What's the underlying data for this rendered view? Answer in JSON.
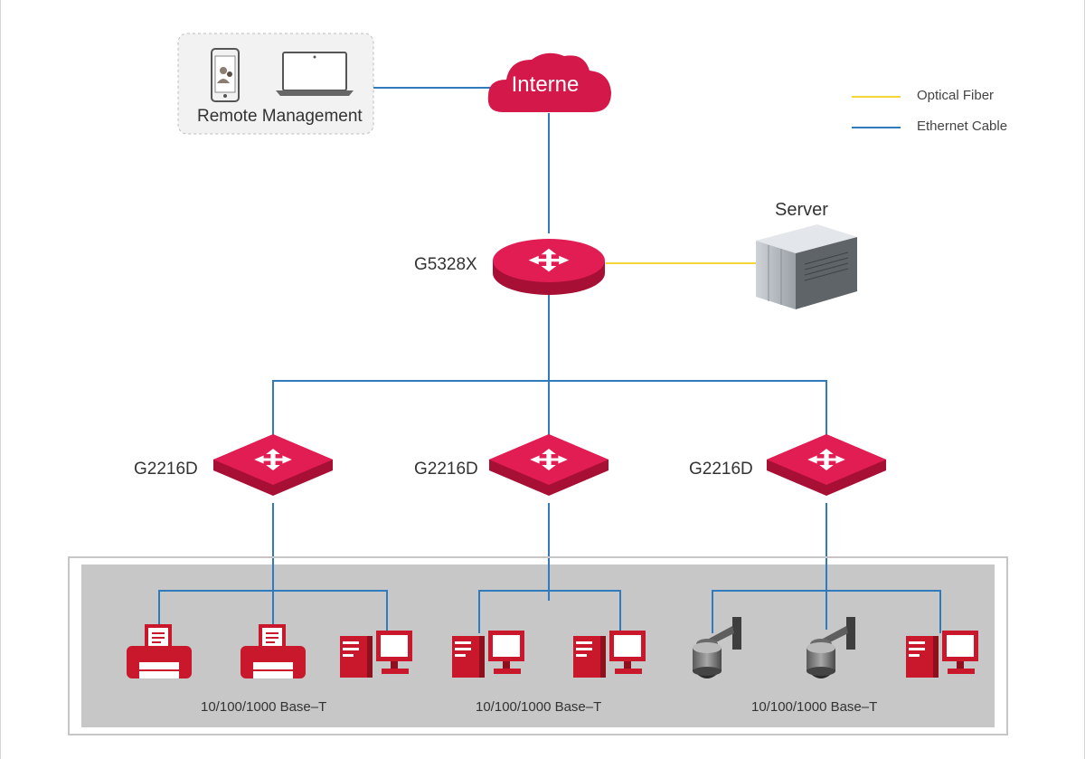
{
  "remote": {
    "label": "Remote Management"
  },
  "cloud": {
    "label": "Interne"
  },
  "core_switch": {
    "label": "G5328X"
  },
  "server": {
    "label": "Server"
  },
  "access_switches": [
    {
      "label": "G2216D"
    },
    {
      "label": "G2216D"
    },
    {
      "label": "G2216D"
    }
  ],
  "segments": [
    {
      "label": "10/100/1000 Base–T"
    },
    {
      "label": "10/100/1000 Base–T"
    },
    {
      "label": "10/100/1000 Base–T"
    }
  ],
  "legend": [
    {
      "label": "Optical Fiber",
      "color": "#f4d63a"
    },
    {
      "label": "Ethernet Cable",
      "color": "#2f7bbd"
    }
  ],
  "colors": {
    "brand_red": "#d4184a",
    "ethernet": "#2f7bbd",
    "fiber": "#f4d63a"
  }
}
